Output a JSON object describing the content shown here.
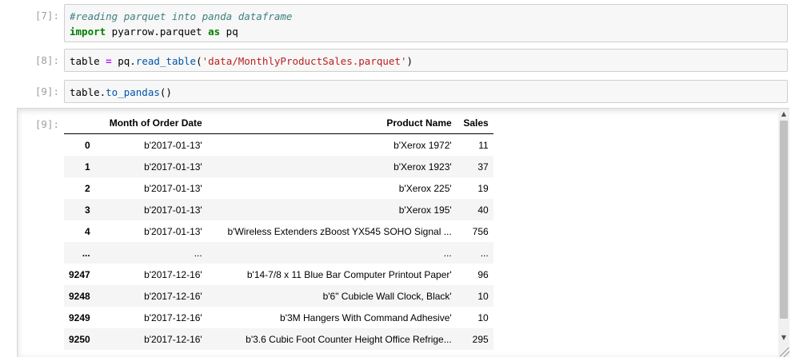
{
  "cells": [
    {
      "prompt": "[7]:",
      "lines": [
        {
          "comment": "#reading parquet into panda dataframe"
        },
        {
          "kw1": "import",
          "text1": " pyarrow.parquet ",
          "kw2": "as",
          "text2": " pq"
        }
      ]
    },
    {
      "prompt": "[8]:",
      "t1": "table ",
      "op": "=",
      "t2": " pq.",
      "prop": "read_table",
      "t3": "(",
      "str": "'data/MonthlyProductSales.parquet'",
      "t4": ")"
    },
    {
      "prompt": "[9]:",
      "t1": "table.",
      "prop": "to_pandas",
      "t2": "()"
    }
  ],
  "output": {
    "prompt": "[9]:",
    "columns": [
      "",
      "Month of Order Date",
      "Product Name",
      "Sales"
    ],
    "rows": [
      [
        "0",
        "b'2017-01-13'",
        "b'Xerox 1972'",
        "11"
      ],
      [
        "1",
        "b'2017-01-13'",
        "b'Xerox 1923'",
        "37"
      ],
      [
        "2",
        "b'2017-01-13'",
        "b'Xerox 225'",
        "19"
      ],
      [
        "3",
        "b'2017-01-13'",
        "b'Xerox 195'",
        "40"
      ],
      [
        "4",
        "b'2017-01-13'",
        "b'Wireless Extenders zBoost YX545 SOHO Signal ...",
        "756"
      ],
      [
        "...",
        "...",
        "...",
        "..."
      ],
      [
        "9247",
        "b'2017-12-16'",
        "b'14-7/8 x 11 Blue Bar Computer Printout Paper'",
        "96"
      ],
      [
        "9248",
        "b'2017-12-16'",
        "b'6\" Cubicle Wall Clock, Black'",
        "10"
      ],
      [
        "9249",
        "b'2017-12-16'",
        "b'3M Hangers With Command Adhesive'",
        "10"
      ],
      [
        "9250",
        "b'2017-12-16'",
        "b'3.6 Cubic Foot Counter Height Office Refrige...",
        "295"
      ]
    ]
  },
  "scrollbar": {
    "up_icon": "▲",
    "down_icon": "▼"
  }
}
